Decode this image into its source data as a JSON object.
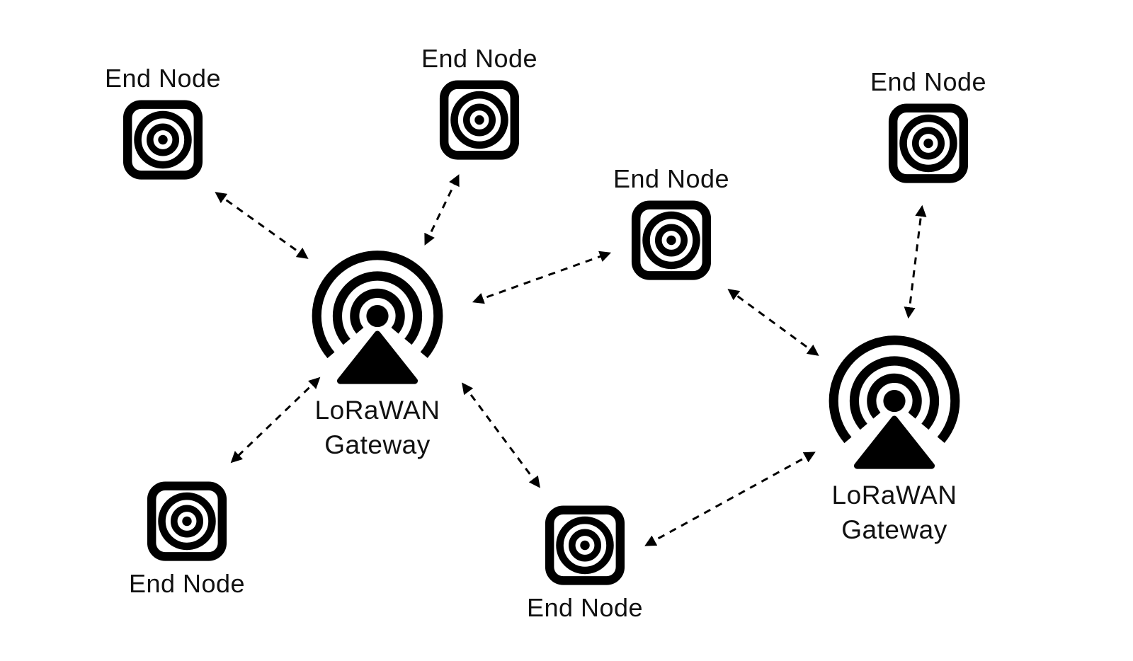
{
  "diagram": {
    "type": "network-topology",
    "subject": "LoRaWAN star network: end nodes linked to gateways by bidirectional dashed wireless links",
    "background_color": "#ffffff",
    "ink_color": "#000000",
    "nodes": [
      {
        "id": "end-node-top-left",
        "type": "end-node",
        "label": "End Node",
        "label_position": "above"
      },
      {
        "id": "end-node-top-middle",
        "type": "end-node",
        "label": "End Node",
        "label_position": "above"
      },
      {
        "id": "end-node-middle",
        "type": "end-node",
        "label": "End Node",
        "label_position": "above"
      },
      {
        "id": "end-node-top-right",
        "type": "end-node",
        "label": "End Node",
        "label_position": "above"
      },
      {
        "id": "end-node-bottom-left",
        "type": "end-node",
        "label": "End Node",
        "label_position": "below"
      },
      {
        "id": "end-node-bottom-middle",
        "type": "end-node",
        "label": "End Node",
        "label_position": "below"
      },
      {
        "id": "gateway-left",
        "type": "gateway",
        "label_line1": "LoRaWAN",
        "label_line2": "Gateway",
        "label_position": "below"
      },
      {
        "id": "gateway-right",
        "type": "gateway",
        "label_line1": "LoRaWAN",
        "label_line2": "Gateway",
        "label_position": "below"
      }
    ],
    "edges": [
      {
        "from": "gateway-left",
        "to": "end-node-top-left",
        "style": "dashed",
        "bidirectional": true
      },
      {
        "from": "gateway-left",
        "to": "end-node-top-middle",
        "style": "dashed",
        "bidirectional": true
      },
      {
        "from": "gateway-left",
        "to": "end-node-middle",
        "style": "dashed",
        "bidirectional": true
      },
      {
        "from": "gateway-left",
        "to": "end-node-bottom-left",
        "style": "dashed",
        "bidirectional": true
      },
      {
        "from": "gateway-left",
        "to": "end-node-bottom-middle",
        "style": "dashed",
        "bidirectional": true
      },
      {
        "from": "gateway-right",
        "to": "end-node-middle",
        "style": "dashed",
        "bidirectional": true
      },
      {
        "from": "gateway-right",
        "to": "end-node-top-right",
        "style": "dashed",
        "bidirectional": true
      },
      {
        "from": "gateway-right",
        "to": "end-node-bottom-middle",
        "style": "dashed",
        "bidirectional": true
      }
    ],
    "icons": {
      "end_node": "rounded-square-with-concentric-circles-target",
      "gateway": "antenna-dot-triangle-with-three-radiating-arcs"
    }
  }
}
